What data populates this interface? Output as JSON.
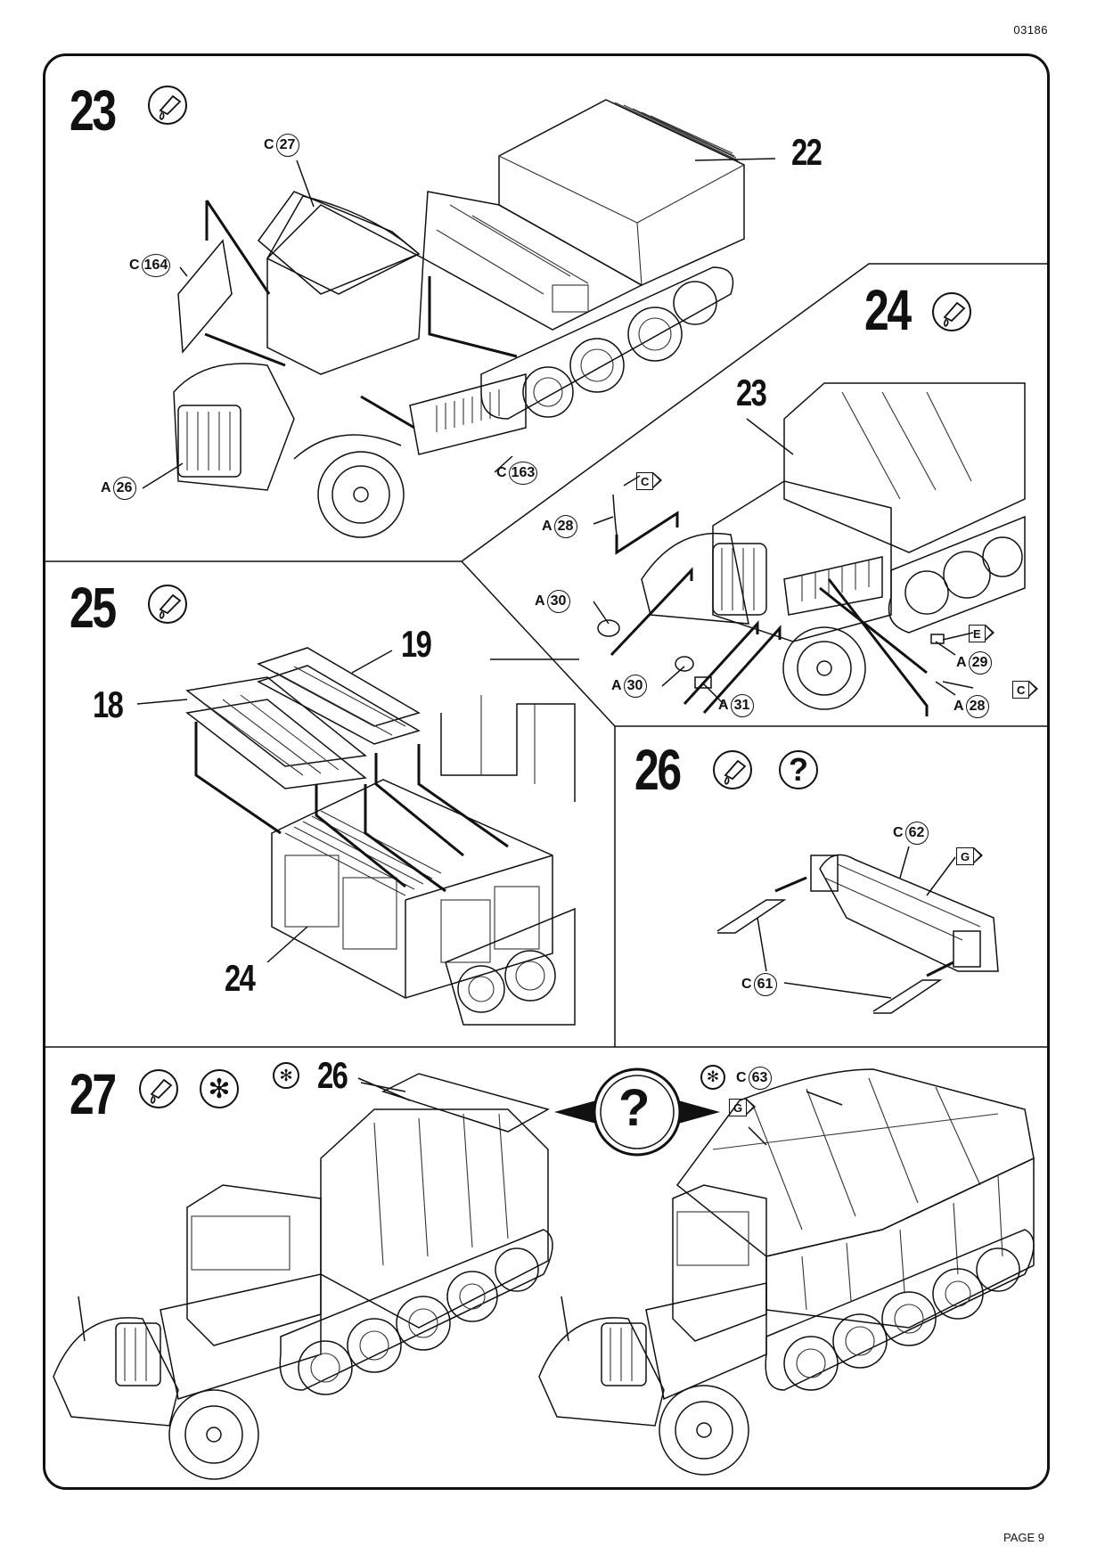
{
  "header": {
    "code": "03186"
  },
  "footer": {
    "page": "PAGE 9"
  },
  "steps": {
    "s23": {
      "num": "23",
      "labels": {
        "c27": {
          "letter": "C",
          "num": "27"
        },
        "c164": {
          "letter": "C",
          "num": "164"
        },
        "a26": {
          "letter": "A",
          "num": "26"
        },
        "c163": {
          "letter": "C",
          "num": "163"
        }
      },
      "callout22": "22"
    },
    "s24": {
      "num": "24",
      "callout23": "23",
      "labels": {
        "a28": {
          "letter": "A",
          "num": "28"
        },
        "c_flag": "C",
        "a30a": {
          "letter": "A",
          "num": "30"
        },
        "a30b": {
          "letter": "A",
          "num": "30"
        },
        "a31": {
          "letter": "A",
          "num": "31"
        },
        "e_flag": "E",
        "a29": {
          "letter": "A",
          "num": "29"
        },
        "c_flag2": "C",
        "a28b": {
          "letter": "A",
          "num": "28"
        }
      }
    },
    "s25": {
      "num": "25",
      "callout19": "19",
      "callout18": "18",
      "callout24": "24"
    },
    "s26": {
      "num": "26",
      "question": "?",
      "labels": {
        "c62": {
          "letter": "C",
          "num": "62"
        },
        "g_flag": "G",
        "c61": {
          "letter": "C",
          "num": "61"
        }
      }
    },
    "s27": {
      "num": "27",
      "callout26": "26",
      "question": "?",
      "labels": {
        "c63": {
          "letter": "C",
          "num": "63"
        },
        "g_flag": "G"
      }
    }
  },
  "icons": {
    "glue": "glue-tube-icon",
    "paint": "paint-asterisk-icon",
    "optional": "question-mark-icon"
  }
}
